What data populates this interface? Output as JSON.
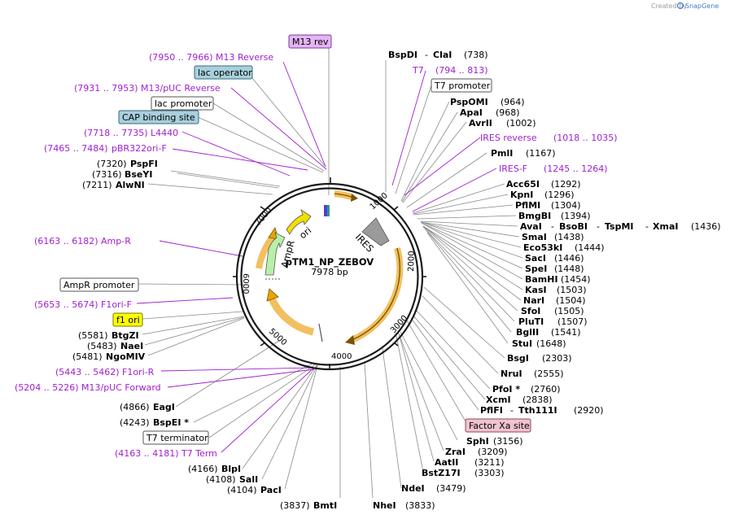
{
  "credit": {
    "text": "Created by",
    "brand": "SnapGene"
  },
  "plasmid": {
    "name": "pTM1_NP_ZEBOV",
    "size": "7978 bp"
  },
  "ticks": [
    "1000",
    "2000",
    "3000",
    "4000",
    "5000",
    "6000",
    "7000"
  ],
  "features": [
    "IRES",
    "ori",
    "AmpR"
  ],
  "boxed": [
    {
      "text": "M13 rev",
      "style": "purple"
    },
    {
      "text": "lac operator",
      "style": "teal"
    },
    {
      "text": "lac promoter",
      "style": "white"
    },
    {
      "text": "CAP binding site",
      "style": "teal"
    },
    {
      "text": "T7 promoter",
      "style": "white"
    },
    {
      "text": "AmpR promoter",
      "style": "white"
    },
    {
      "text": "f1 ori",
      "style": "yellow"
    },
    {
      "text": "T7 terminator",
      "style": "white"
    },
    {
      "text": "Factor Xa site",
      "style": "pink"
    }
  ],
  "primers": [
    {
      "pos": "(7950 .. 7966)",
      "name": "M13 Reverse"
    },
    {
      "pos": "(7931 .. 7953)",
      "name": "M13/pUC Reverse"
    },
    {
      "pos": "(7718 .. 7735)",
      "name": "L4440"
    },
    {
      "pos": "(7465 .. 7484)",
      "name": "pBR322ori-F"
    },
    {
      "pos": "(6163 .. 6182)",
      "name": "Amp-R"
    },
    {
      "pos": "(5653 .. 5674)",
      "name": "F1ori-F"
    },
    {
      "pos": "(5443 .. 5462)",
      "name": "F1ori-R"
    },
    {
      "pos": "(5204 .. 5226)",
      "name": "M13/pUC Forward"
    },
    {
      "pos": "(4163 .. 4181)",
      "name": "T7 Term"
    },
    {
      "pos": "(794 .. 813)",
      "name": "T7"
    },
    {
      "pos": "(1018 .. 1035)",
      "name": "IRES reverse"
    },
    {
      "pos": "(1245 .. 1264)",
      "name": "IRES-F"
    }
  ],
  "enzymes_left": [
    {
      "pos": "(7320)",
      "name": "PspFI"
    },
    {
      "pos": "(7316)",
      "name": "BseYI"
    },
    {
      "pos": "(7211)",
      "name": "AlwNI"
    },
    {
      "pos": "(5581)",
      "name": "BtgZI"
    },
    {
      "pos": "(5483)",
      "name": "NaeI"
    },
    {
      "pos": "(5481)",
      "name": "NgoMIV"
    },
    {
      "pos": "(4866)",
      "name": "EagI"
    },
    {
      "pos": "(4243)",
      "name": "BspEI *"
    },
    {
      "pos": "(4166)",
      "name": "BlpI"
    },
    {
      "pos": "(4108)",
      "name": "SalI"
    },
    {
      "pos": "(4104)",
      "name": "PacI"
    },
    {
      "pos": "(3837)",
      "name": "BmtI"
    }
  ],
  "enzymes_right": [
    {
      "name": "BspDI",
      "name2": "ClaI",
      "pos": "(738)"
    },
    {
      "name": "PspOMI",
      "pos": "(964)"
    },
    {
      "name": "ApaI",
      "pos": "(968)"
    },
    {
      "name": "AvrII",
      "pos": "(1002)"
    },
    {
      "name": "PmlI",
      "pos": "(1167)"
    },
    {
      "name": "Acc65I",
      "pos": "(1292)"
    },
    {
      "name": "KpnI",
      "pos": "(1296)"
    },
    {
      "name": "PflMI",
      "pos": "(1304)"
    },
    {
      "name": "BmgBI",
      "pos": "(1394)"
    },
    {
      "name": "AvaI",
      "name2": "BsoBI",
      "name3": "TspMI",
      "name4": "XmaI",
      "pos": "(1436)"
    },
    {
      "name": "SmaI",
      "pos": "(1438)"
    },
    {
      "name": "Eco53kI",
      "pos": "(1444)"
    },
    {
      "name": "SacI",
      "pos": "(1446)"
    },
    {
      "name": "SpeI",
      "pos": "(1448)"
    },
    {
      "name": "BamHI",
      "pos": "(1454)"
    },
    {
      "name": "KasI",
      "pos": "(1503)"
    },
    {
      "name": "NarI",
      "pos": "(1504)"
    },
    {
      "name": "SfoI",
      "pos": "(1505)"
    },
    {
      "name": "PluTI",
      "pos": "(1507)"
    },
    {
      "name": "BglII",
      "pos": "(1541)"
    },
    {
      "name": "StuI",
      "pos": "(1648)"
    },
    {
      "name": "BsgI",
      "pos": "(2303)"
    },
    {
      "name": "NruI",
      "pos": "(2555)"
    },
    {
      "name": "PfoI *",
      "pos": "(2760)"
    },
    {
      "name": "XcmI",
      "pos": "(2838)"
    },
    {
      "name": "PflFI",
      "name2": "Tth111I",
      "pos": "(2920)"
    },
    {
      "name": "SphI",
      "pos": "(3156)"
    },
    {
      "name": "ZraI",
      "pos": "(3209)"
    },
    {
      "name": "AatII",
      "pos": "(3211)"
    },
    {
      "name": "BstZ17I",
      "pos": "(3303)"
    },
    {
      "name": "NdeI",
      "pos": "(3479)"
    },
    {
      "name": "NheI",
      "pos": "(3833)"
    }
  ],
  "colors": {
    "primer": "#a020d0",
    "orf": "#e8a400",
    "ampr": "#b8f0a8",
    "ori": "#f0e000",
    "ires": "#9a9a9a",
    "box_purple": "#e4b4f4",
    "box_teal": "#a8d0dc",
    "box_yellow": "#ffff00",
    "box_pink": "#f0c4cc",
    "brand": "#3a7fd0"
  }
}
